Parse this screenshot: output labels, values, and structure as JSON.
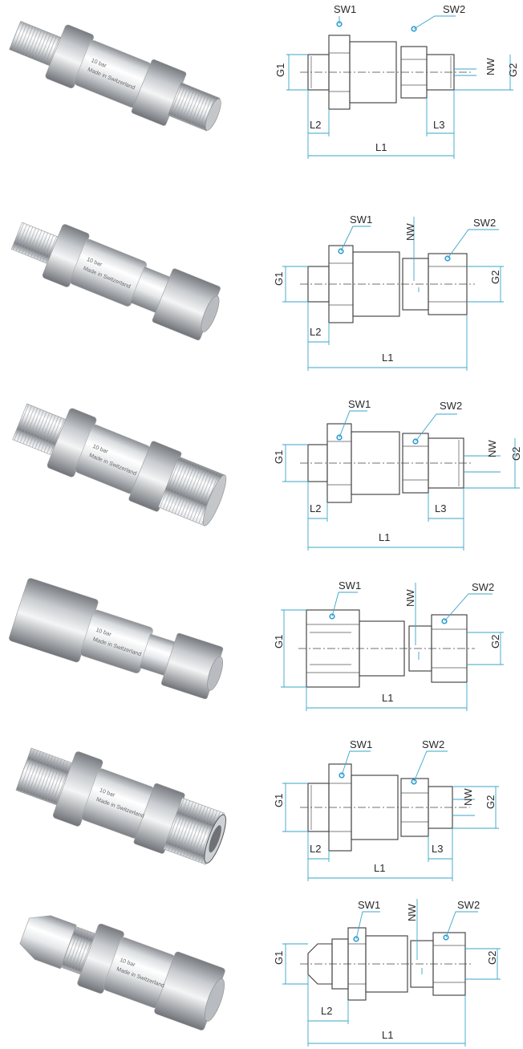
{
  "colors": {
    "dimension": "#3aa6c8",
    "marker": "#2b9bd1",
    "metal_light": "#f2f3f4",
    "metal_dark": "#8b8f94"
  },
  "photo_text": {
    "line1": "10 bar",
    "line2": "Made in Switzerland"
  },
  "variants": [
    {
      "labels": {
        "sw1": "SW1",
        "sw2": "SW2",
        "g1": "G1",
        "g2": "G2",
        "nw": "NW",
        "l1": "L1",
        "l2": "L2",
        "l3": "L3"
      }
    },
    {
      "labels": {
        "sw1": "SW1",
        "sw2": "SW2",
        "g1": "G1",
        "g2": "G2",
        "nw": "NW",
        "l1": "L1",
        "l2": "L2"
      }
    },
    {
      "labels": {
        "sw1": "SW1",
        "sw2": "SW2",
        "g1": "G1",
        "g2": "G2",
        "nw": "NW",
        "l1": "L1",
        "l2": "L2",
        "l3": "L3"
      }
    },
    {
      "labels": {
        "sw1": "SW1",
        "sw2": "SW2",
        "g1": "G1",
        "g2": "G2",
        "nw": "NW",
        "l1": "L1"
      }
    },
    {
      "labels": {
        "sw1": "SW1",
        "sw2": "SW2",
        "g1": "G1",
        "g2": "G2",
        "nw": "NW",
        "l1": "L1",
        "l2": "L2",
        "l3": "L3"
      }
    },
    {
      "labels": {
        "sw1": "SW1",
        "sw2": "SW2",
        "g1": "G1",
        "g2": "G2",
        "nw": "NW",
        "l1": "L1",
        "l2": "L2"
      }
    }
  ]
}
